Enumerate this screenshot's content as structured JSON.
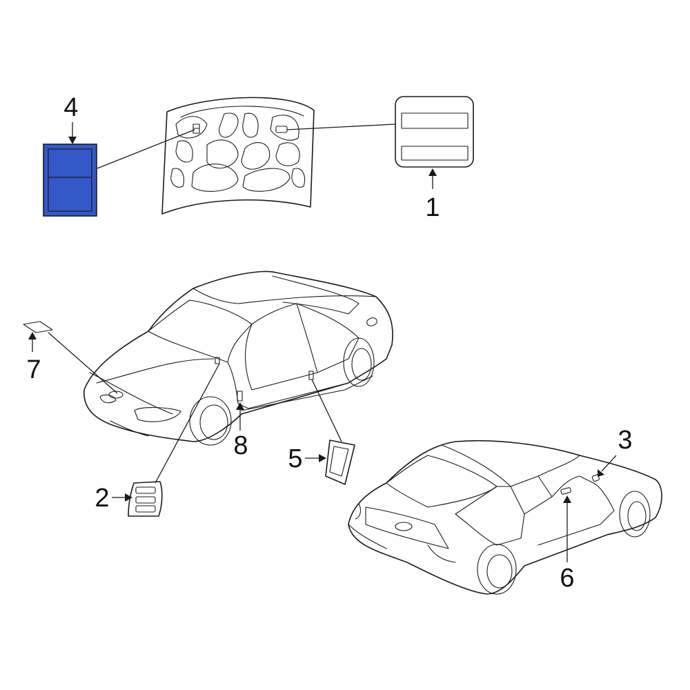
{
  "colors": {
    "highlight_fill": "#3558c8",
    "line": "#1a1a1a",
    "background": "#ffffff"
  },
  "callouts": [
    {
      "id": "1",
      "label": "1"
    },
    {
      "id": "2",
      "label": "2"
    },
    {
      "id": "3",
      "label": "3"
    },
    {
      "id": "4",
      "label": "4"
    },
    {
      "id": "5",
      "label": "5"
    },
    {
      "id": "6",
      "label": "6"
    },
    {
      "id": "7",
      "label": "7"
    },
    {
      "id": "8",
      "label": "8"
    }
  ],
  "highlighted_callout": "4"
}
